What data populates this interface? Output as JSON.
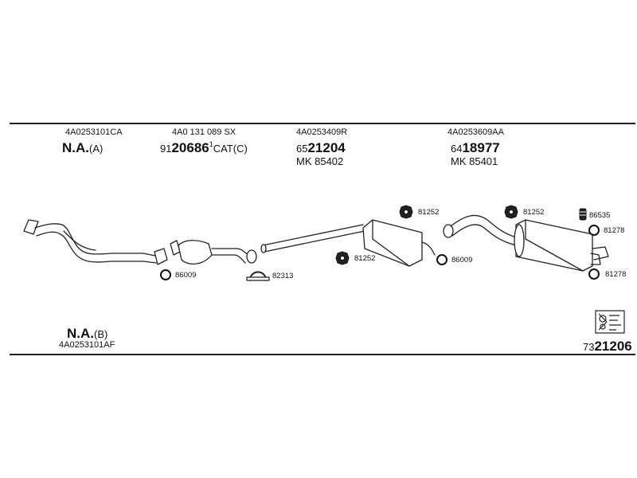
{
  "columns": [
    {
      "oe": "4A0253101CA",
      "line1_main": "N.A.",
      "line1_suffix": "(A)"
    },
    {
      "oe": "4A0 131 089 SX",
      "line1_prefix": "91",
      "line1_main": "20686",
      "line1_mark": "1",
      "line1_suffix": "CAT(C)"
    },
    {
      "oe": "4A0253409R",
      "line1_prefix": "65",
      "line1_main": "21204",
      "line2": "MK  85402"
    },
    {
      "oe": "4A0253609AA",
      "line1_prefix": "64",
      "line1_main": "18977",
      "line2": "MK  85401"
    }
  ],
  "bottom_left": {
    "main": "N.A.",
    "suffix": "(B)",
    "oe": "4A0253101AF"
  },
  "kit": {
    "prefix": "73",
    "main": "21206"
  },
  "part_labels": {
    "ring_front": "86009",
    "clamp": "82313",
    "hanger_mid_top": "81252",
    "hanger_mid_low": "81252",
    "ring_mid": "86009",
    "hanger_rear": "81252",
    "bolt_rear": "86535",
    "ring_rear_top": "81278",
    "ring_rear_low": "81278"
  }
}
